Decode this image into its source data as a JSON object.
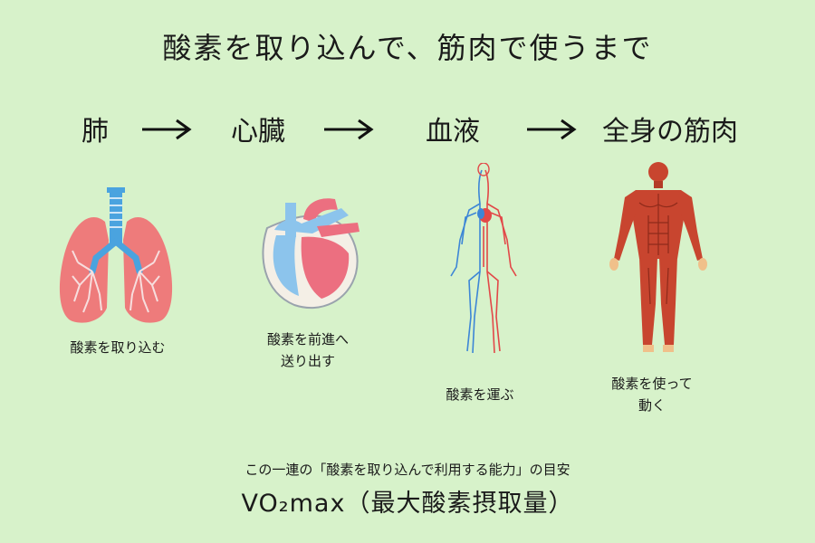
{
  "title": "酸素を取り込んで、筋肉で使うまで",
  "stages": [
    {
      "label": "肺",
      "caption": "酸素を取り込む",
      "icon": "lungs-icon"
    },
    {
      "label": "心臓",
      "caption": "酸素を前進へ\n送り出す",
      "icon": "heart-icon"
    },
    {
      "label": "血液",
      "caption": "酸素を運ぶ",
      "icon": "blood-vessels-icon"
    },
    {
      "label": "全身の筋肉",
      "caption": "酸素を使って\n動く",
      "icon": "muscle-body-icon"
    }
  ],
  "footnote": "この一連の「酸素を取り込んで利用する能力」の目安",
  "vo2max": "VO₂max（最大酸素摂取量）",
  "colors": {
    "background": "#d7f2ca",
    "lung": "#ee7b7b",
    "airway": "#4aa3df",
    "artery": "#e24848",
    "vein": "#3d86d6",
    "muscle": "#c8452f"
  }
}
